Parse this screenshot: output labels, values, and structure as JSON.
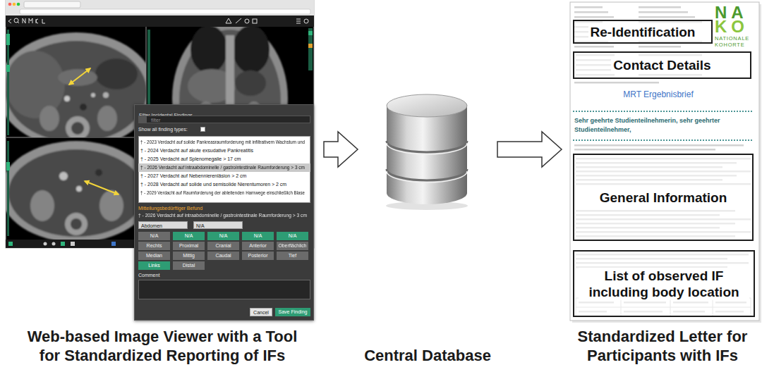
{
  "diagram": {
    "nodes": [
      {
        "text": [
          "Web-based Image Viewer with a Tool for Standardized Reporting of IFs"
        ]
      },
      {
        "text": [
          "Filter Incidental Findings"
        ],
        "in": 0
      },
      {
        "text": [
          "Central Database"
        ]
      },
      {
        "text": [
          "Standardized Letter for Participants with IFs"
        ]
      },
      {
        "text": [
          "Re-Identification"
        ],
        "in": 3
      },
      {
        "text": [
          "Contact Details"
        ],
        "in": 3
      },
      {
        "text": [
          "General Information"
        ],
        "in": 3
      },
      {
        "text": [
          "List of observed IF including body location"
        ],
        "in": 3
      }
    ],
    "edges": [
      {
        "from": 0,
        "to": 2,
        "arrow": "to"
      },
      {
        "from": 2,
        "to": 3,
        "arrow": "to"
      }
    ],
    "labels": [
      "filter",
      "Show all finding types:",
      "† - 2023 Verdacht auf solide Pankreasraumforderung mit infiltrativem Wachstum und",
      "† - 2024 Verdacht auf akute exsudative Pankreatitis",
      "† - 2025 Verdacht auf Splenomegalie > 17 cm",
      "† - 2026 Verdacht auf intraabdominelle / gastrointestinale Raumforderung > 3 cm",
      "† - 2027 Verdacht auf Nebennierenläsion > 2 cm",
      "† - 2028 Verdacht auf solide und semisolide Nierentumoren > 2 cm",
      "† - 2029 Verdacht auf Raumforderung der ableitenden Harnwege einschließlich Blase",
      "Mitteilungsbedürftiger Befund",
      "† - 2026 Verdacht auf intraabdominelle / gastrointestinale Raumforderung > 3 cm",
      "Abdomen",
      "N/A",
      "N/A",
      "N/A",
      "N/A",
      "N/A",
      "N/A",
      "Rechts",
      "Proximal",
      "Cranial",
      "Anterior",
      "Oberflächlich",
      "Median",
      "Mittig",
      "Caudal",
      "Posterior",
      "Tief",
      "Links",
      "Distal",
      "Comment",
      "Cancel",
      "Save Finding",
      "NA",
      "KO",
      "NATIONALE",
      "KOHORTE",
      "MRT Ergebnisbrief",
      "Sehr geehrte Studienteilnehmerin, sehr geehrter Studienteilnehmer,"
    ]
  }
}
